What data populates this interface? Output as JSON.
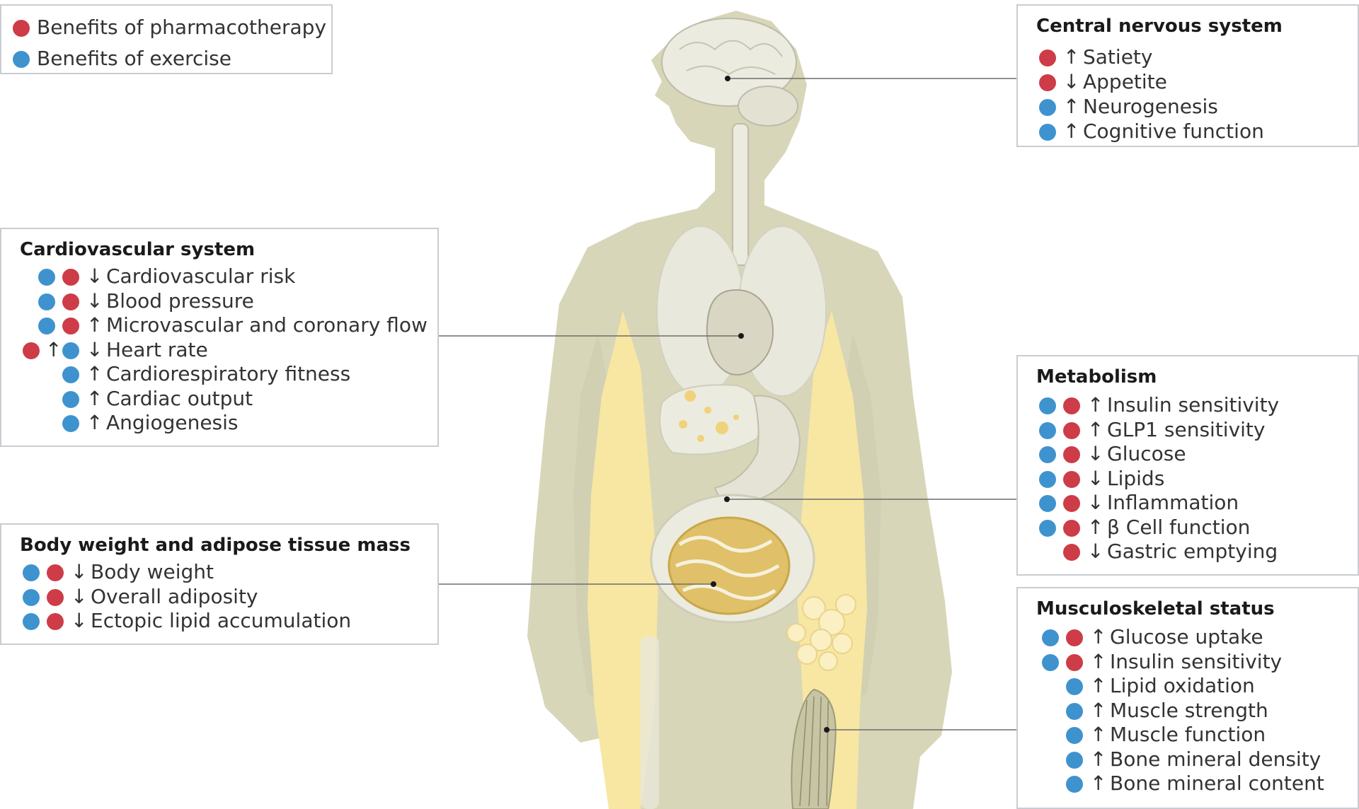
{
  "legend": {
    "items": [
      {
        "color": "red",
        "label": "Benefits of pharmacotherapy"
      },
      {
        "color": "blue",
        "label": "Benefits of exercise"
      }
    ]
  },
  "colors": {
    "red": "#cd3c47",
    "blue": "#3e93cf",
    "body": "#d8d6b8",
    "fat": "#f7e7a3",
    "organ": "#ecebe0",
    "connector": "#6d6d6d"
  },
  "panels": {
    "cns": {
      "title": "Central nervous system",
      "items": [
        {
          "dots": [
            "red"
          ],
          "dir": "↑",
          "label": "Satiety"
        },
        {
          "dots": [
            "red"
          ],
          "dir": "↓",
          "label": "Appetite"
        },
        {
          "dots": [
            "blue"
          ],
          "dir": "↑",
          "label": "Neurogenesis"
        },
        {
          "dots": [
            "blue"
          ],
          "dir": "↑",
          "label": "Cognitive function"
        }
      ]
    },
    "cardio": {
      "title": "Cardiovascular system",
      "items": [
        {
          "dots": [
            "blue",
            "red"
          ],
          "dir": "↓",
          "label": "Cardiovascular risk"
        },
        {
          "dots": [
            "blue",
            "red"
          ],
          "dir": "↓",
          "label": "Blood pressure"
        },
        {
          "dots": [
            "blue",
            "red"
          ],
          "dir": "↑",
          "label": "Microvascular and coronary flow"
        },
        {
          "dots": [
            "blue"
          ],
          "dir": "↓",
          "label": "Heart rate",
          "pre": {
            "dot": "red",
            "dir": "↑"
          }
        },
        {
          "dots": [
            "blue"
          ],
          "dir": "↑",
          "label": "Cardiorespiratory fitness"
        },
        {
          "dots": [
            "blue"
          ],
          "dir": "↑",
          "label": "Cardiac output"
        },
        {
          "dots": [
            "blue"
          ],
          "dir": "↑",
          "label": "Angiogenesis"
        }
      ]
    },
    "body": {
      "title": "Body weight and adipose tissue mass",
      "items": [
        {
          "dots": [
            "blue",
            "red"
          ],
          "dir": "↓",
          "label": "Body weight"
        },
        {
          "dots": [
            "blue",
            "red"
          ],
          "dir": "↓",
          "label": "Overall adiposity"
        },
        {
          "dots": [
            "blue",
            "red"
          ],
          "dir": "↓",
          "label": "Ectopic lipid accumulation"
        }
      ]
    },
    "metabolism": {
      "title": "Metabolism",
      "items": [
        {
          "dots": [
            "blue",
            "red"
          ],
          "dir": "↑",
          "label": "Insulin sensitivity"
        },
        {
          "dots": [
            "blue",
            "red"
          ],
          "dir": "↑",
          "label": "GLP1 sensitivity"
        },
        {
          "dots": [
            "blue",
            "red"
          ],
          "dir": "↓",
          "label": "Glucose"
        },
        {
          "dots": [
            "blue",
            "red"
          ],
          "dir": "↓",
          "label": "Lipids"
        },
        {
          "dots": [
            "blue",
            "red"
          ],
          "dir": "↓",
          "label": "Inflammation"
        },
        {
          "dots": [
            "blue",
            "red"
          ],
          "dir": "↑",
          "label": "β Cell function"
        },
        {
          "dots": [
            "red"
          ],
          "dir": "↓",
          "label": "Gastric emptying"
        }
      ]
    },
    "musculo": {
      "title": "Musculoskeletal status",
      "items": [
        {
          "dots": [
            "blue",
            "red"
          ],
          "dir": "↑",
          "label": "Glucose uptake"
        },
        {
          "dots": [
            "blue",
            "red"
          ],
          "dir": "↑",
          "label": "Insulin sensitivity"
        },
        {
          "dots": [
            "blue"
          ],
          "dir": "↑",
          "label": "Lipid oxidation"
        },
        {
          "dots": [
            "blue"
          ],
          "dir": "↑",
          "label": "Muscle strength"
        },
        {
          "dots": [
            "blue"
          ],
          "dir": "↑",
          "label": "Muscle function"
        },
        {
          "dots": [
            "blue"
          ],
          "dir": "↑",
          "label": "Bone mineral density"
        },
        {
          "dots": [
            "blue"
          ],
          "dir": "↑",
          "label": "Bone mineral content"
        }
      ]
    }
  }
}
